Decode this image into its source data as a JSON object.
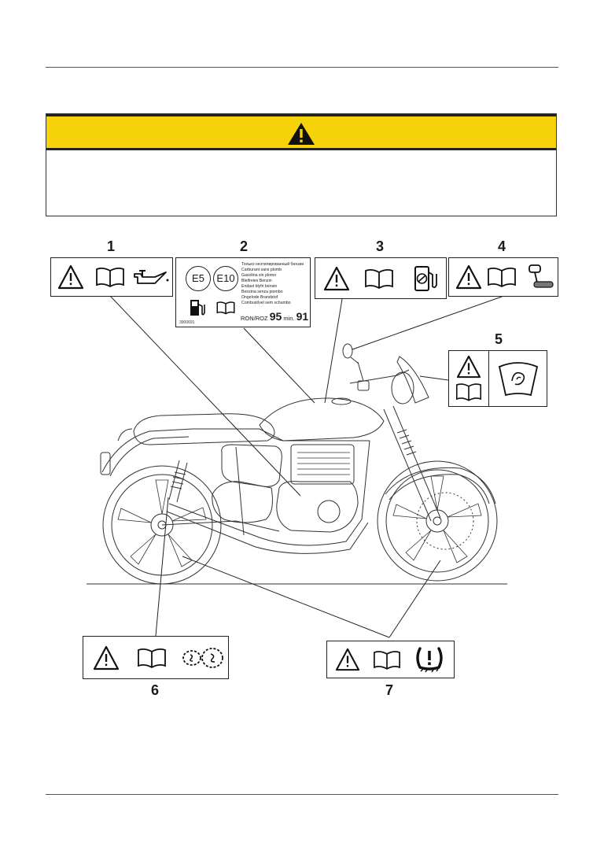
{
  "warning": {
    "icon": "warning-triangle-icon",
    "bar_color": "#f6d20a"
  },
  "labels": [
    {
      "number": "1",
      "icons": [
        "warning-triangle-icon",
        "manual-book-icon",
        "oil-can-icon"
      ]
    },
    {
      "number": "2",
      "fuel_badges": [
        "E5",
        "E10"
      ],
      "fuel_names": [
        "Только неэтилированный бензин",
        "Carburant sans plomb",
        "Gasolina sin plomo",
        "Bleifreies Benzin",
        "Endast blyfri bensin",
        "Benzina senza piombo",
        "Ongelode Brandstof",
        "Combustível sem schumbo"
      ],
      "ron_label": "RON/ROZ",
      "ron_value": "95",
      "min_label": "min.",
      "min_value": "91",
      "part_code": "3900691"
    },
    {
      "number": "3",
      "icons": [
        "warning-triangle-icon",
        "manual-book-icon",
        "no-leaded-fuel-pump-icon"
      ]
    },
    {
      "number": "4",
      "icons": [
        "warning-triangle-icon",
        "manual-book-icon",
        "mirror-icon"
      ]
    },
    {
      "number": "5",
      "icons": [
        "warning-triangle-icon",
        "manual-book-icon",
        "windscreen-clean-icon"
      ]
    },
    {
      "number": "6",
      "icons": [
        "warning-triangle-icon",
        "manual-book-icon",
        "chain-icon"
      ]
    },
    {
      "number": "7",
      "icons": [
        "warning-triangle-icon",
        "manual-book-icon",
        "tyre-pressure-icon"
      ]
    }
  ]
}
